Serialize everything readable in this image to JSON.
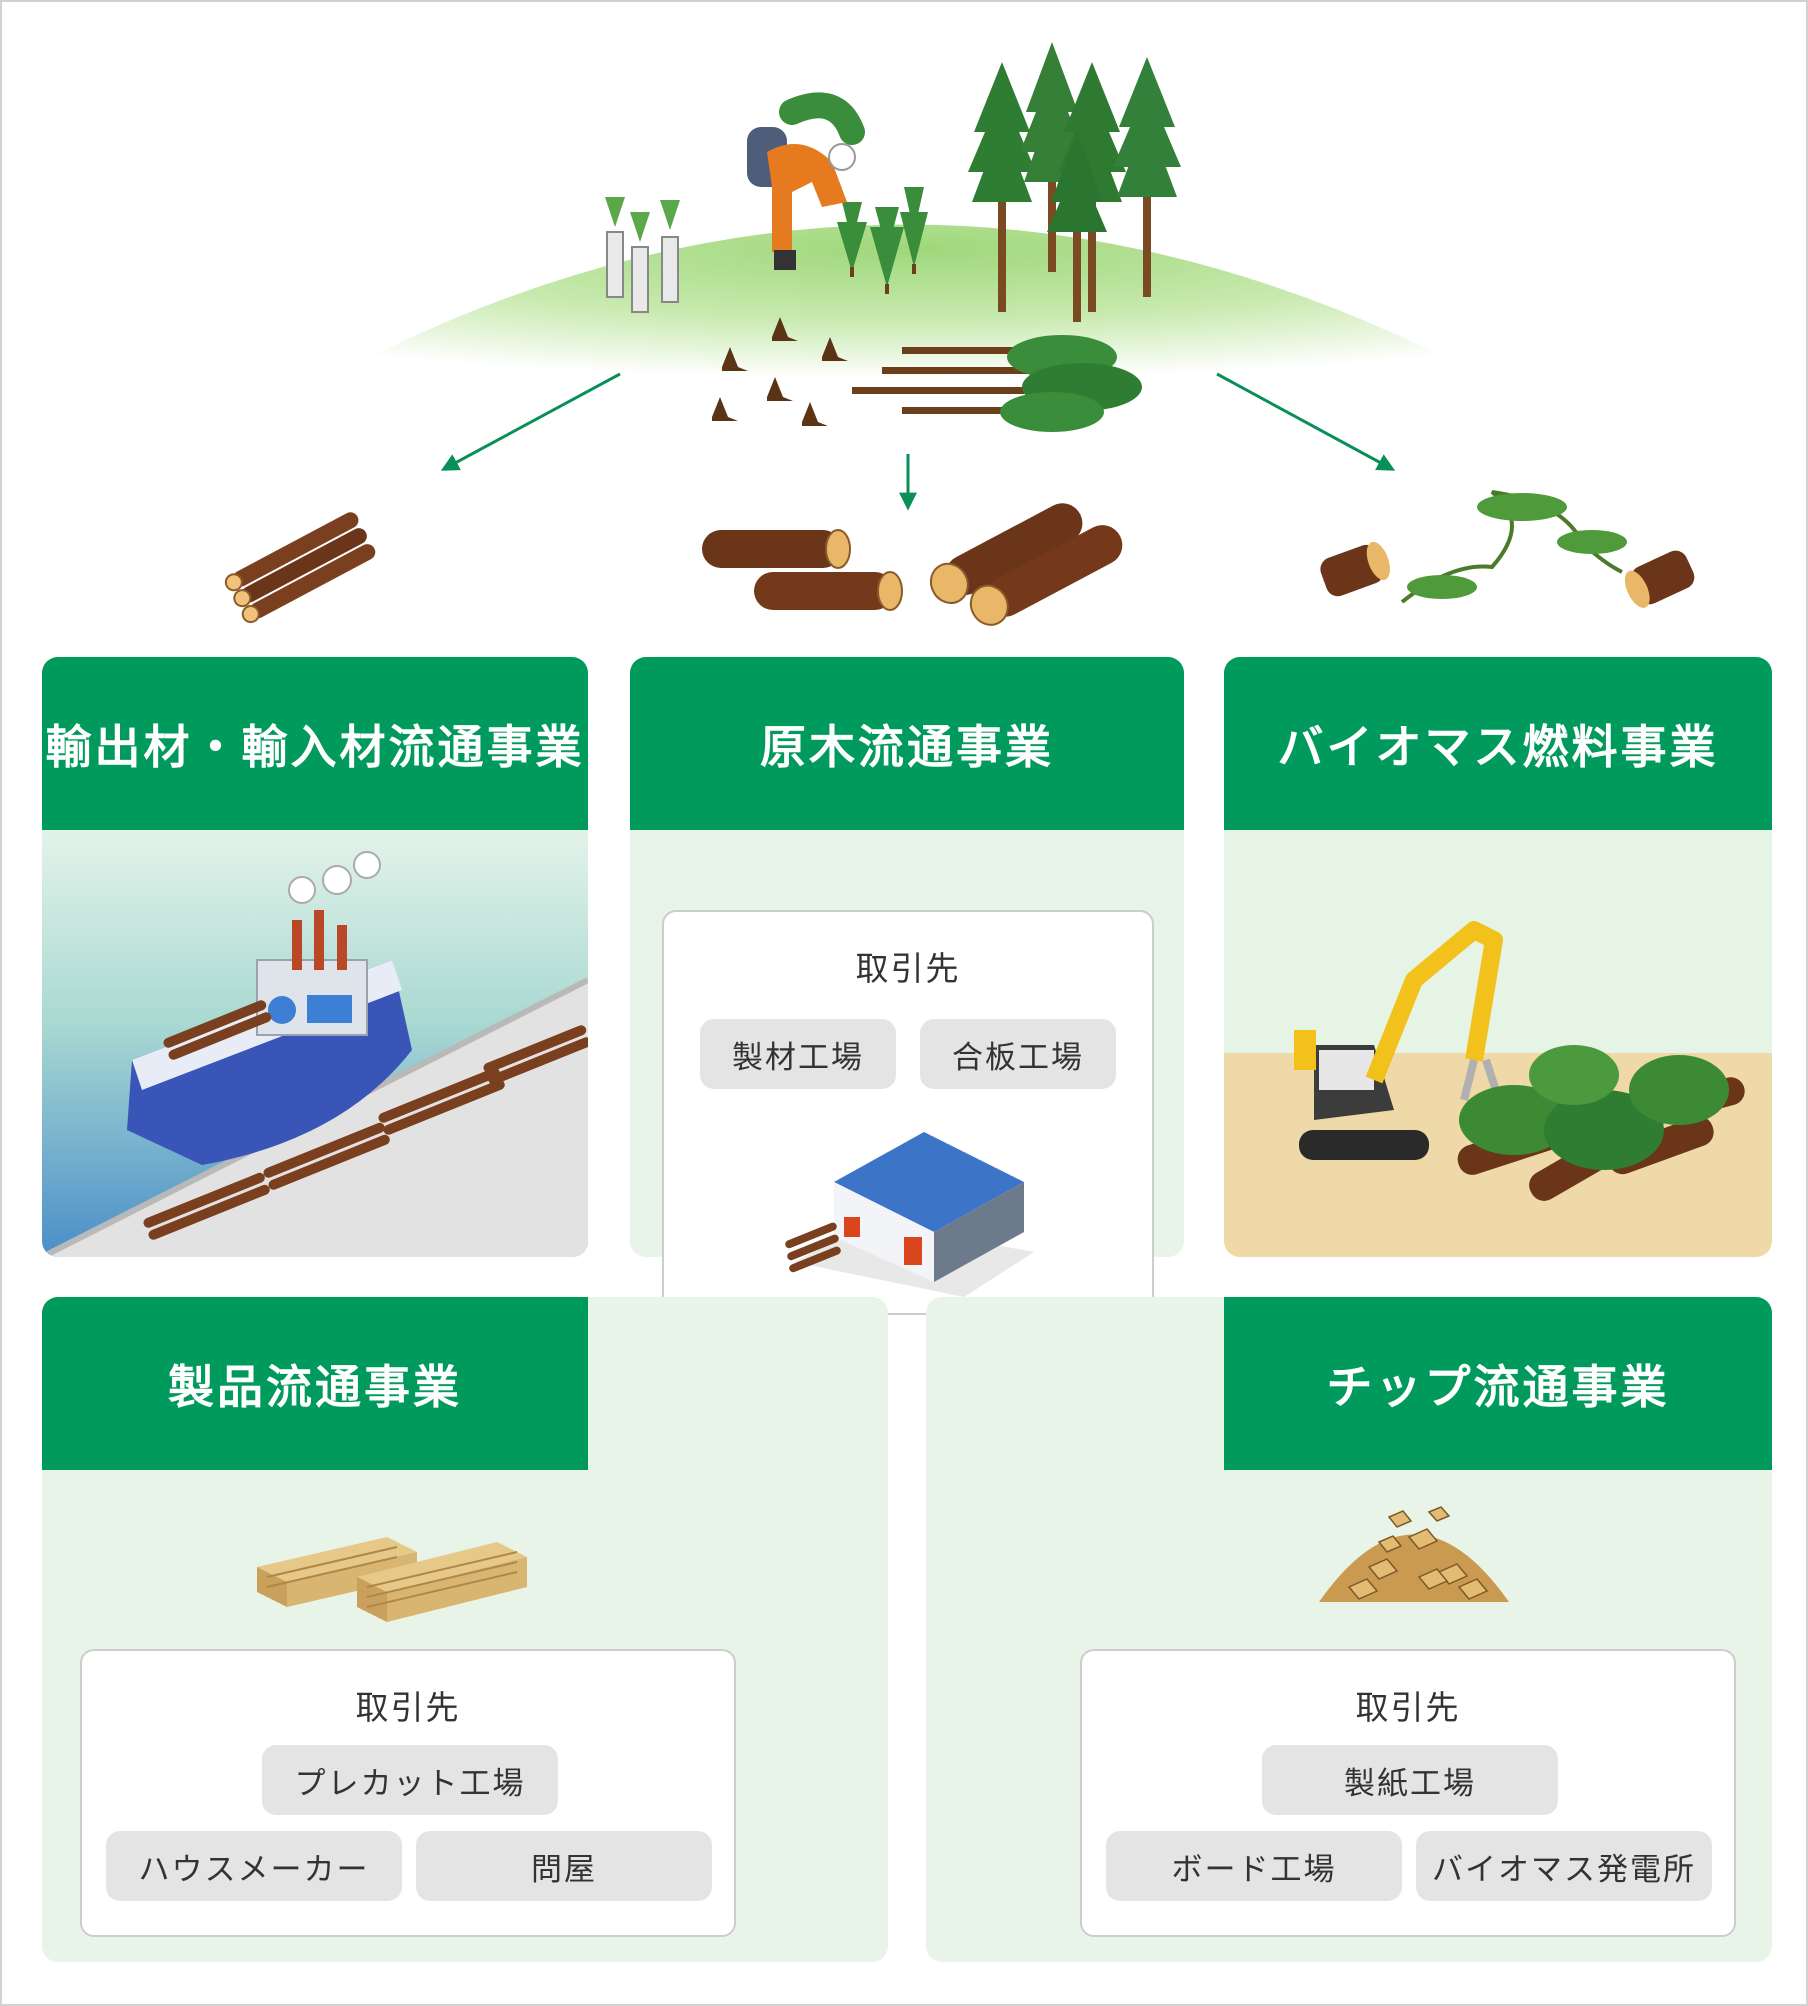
{
  "colors": {
    "brand_green": "#009a5d",
    "panel_bg": "#e7f4e7",
    "chip_bg": "#e4e4e4",
    "arrow_green": "#0b8f58"
  },
  "sections": {
    "export_import": {
      "title": "輸出材・輸入材流通事業",
      "icon": "cargo-ship-icon"
    },
    "raw_wood": {
      "title": "原木流通事業",
      "icon": "logs-icon",
      "partners_title": "取引先",
      "partners": [
        "製材工場",
        "合板工場"
      ]
    },
    "biomass": {
      "title": "バイオマス燃料事業",
      "icon": "excavator-icon"
    },
    "products": {
      "title": "製品流通事業",
      "icon": "lumber-icon",
      "partners_title": "取引先",
      "partners": [
        "プレカット工場",
        "ハウスメーカー",
        "問屋"
      ]
    },
    "chips": {
      "title": "チップ流通事業",
      "icon": "wood-chips-icon",
      "partners_title": "取引先",
      "partners": [
        "製紙工場",
        "ボード工場",
        "バイオマス発電所"
      ]
    }
  }
}
